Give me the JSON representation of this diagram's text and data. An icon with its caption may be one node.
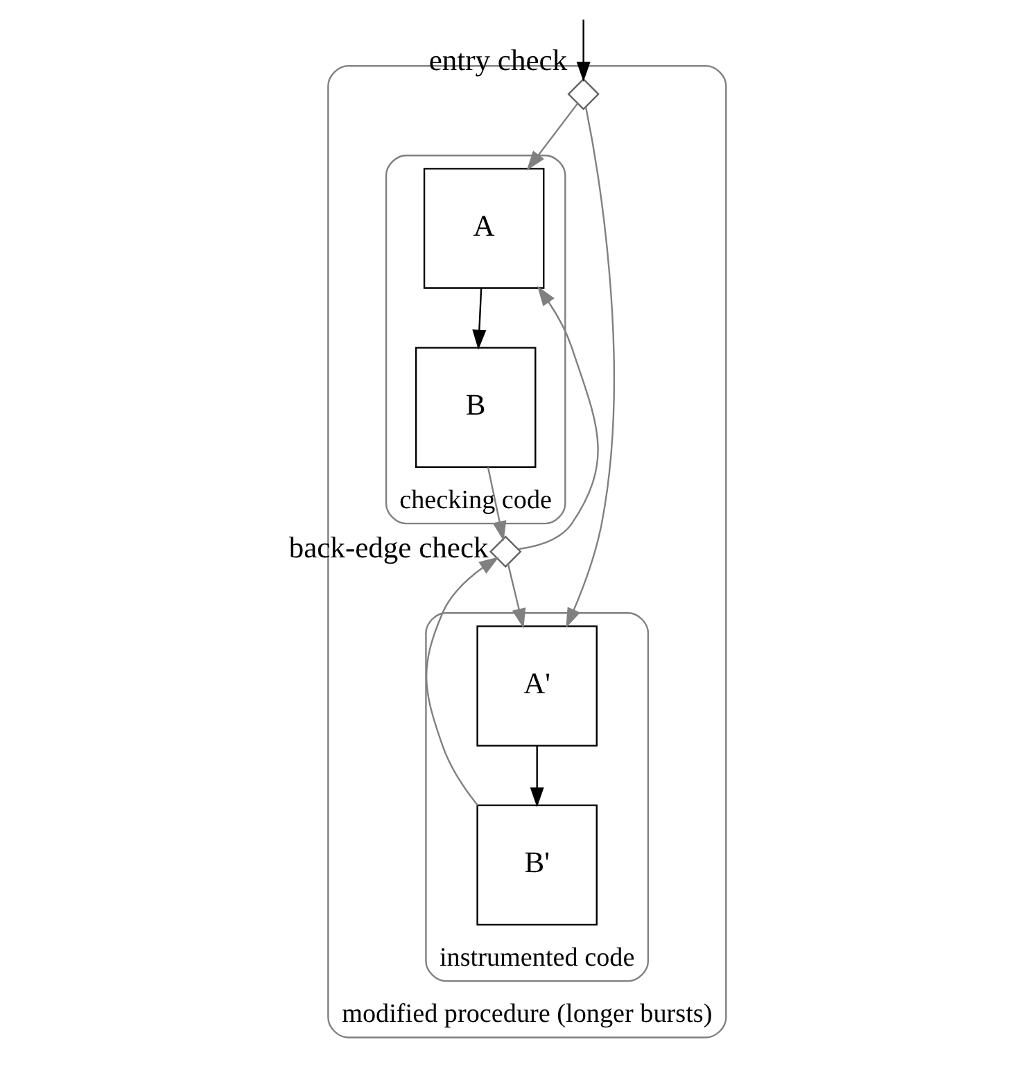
{
  "diagram": {
    "nodes": [
      {
        "text": [
          "modified procedure (longer bursts)"
        ]
      },
      {
        "text": [
          "checking code"
        ],
        "in": 0
      },
      {
        "text": [
          "instrumented code"
        ],
        "in": 0
      },
      {
        "text": [],
        "shape": "diamond",
        "beside": [
          "entry check"
        ],
        "in": 0
      },
      {
        "text": [
          "A"
        ],
        "in": 1
      },
      {
        "text": [
          "B"
        ],
        "in": 1
      },
      {
        "text": [],
        "shape": "diamond",
        "beside": [
          "back-edge check"
        ],
        "in": 0
      },
      {
        "text": [
          "A'"
        ],
        "in": 2
      },
      {
        "text": [
          "B'"
        ],
        "in": 2
      }
    ],
    "edges": [
      {
        "from": null,
        "to": 3,
        "arrow": "to",
        "color": "#000000"
      },
      {
        "from": 3,
        "to": 4,
        "arrow": "to"
      },
      {
        "from": 3,
        "to": 7,
        "arrow": "to"
      },
      {
        "from": 4,
        "to": 5,
        "arrow": "to",
        "color": "#000000"
      },
      {
        "from": 7,
        "to": 8,
        "arrow": "to",
        "color": "#000000"
      },
      {
        "from": 5,
        "to": 6,
        "arrow": "to"
      },
      {
        "from": 8,
        "to": 6,
        "arrow": "to"
      },
      {
        "from": 6,
        "to": 4,
        "arrow": "to"
      },
      {
        "from": 6,
        "to": 7,
        "arrow": "to"
      }
    ]
  }
}
